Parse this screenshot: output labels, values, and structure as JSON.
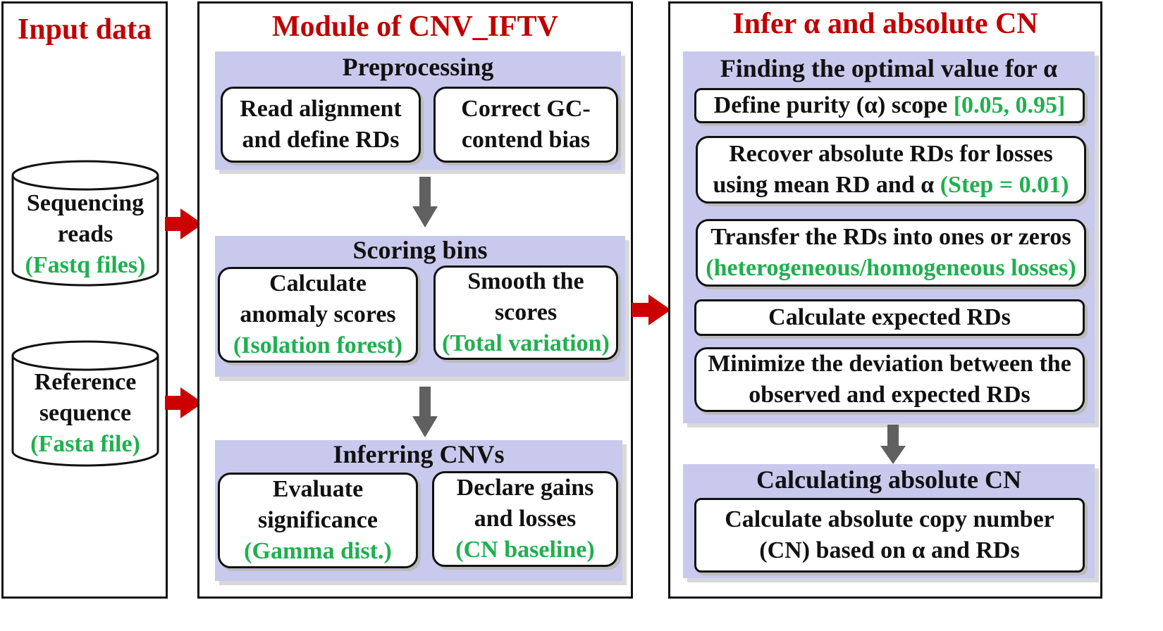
{
  "input_panel": {
    "title": "Input data",
    "sequencing": {
      "line1": "Sequencing",
      "line2": "reads",
      "line3": "(Fastq files)"
    },
    "reference": {
      "line1": "Reference",
      "line2": "sequence",
      "line3": "(Fasta file)"
    }
  },
  "module_panel": {
    "title": "Module of CNV_IFTV",
    "preprocessing": {
      "title": "Preprocessing",
      "box1": {
        "line1": "Read alignment",
        "line2": "and define RDs"
      },
      "box2": {
        "line1": "Correct GC-",
        "line2": "contend bias"
      }
    },
    "scoring": {
      "title": "Scoring bins",
      "box1": {
        "line1": "Calculate",
        "line2": "anomaly scores",
        "line3": "(Isolation forest)"
      },
      "box2": {
        "line1": "Smooth the",
        "line2": "scores",
        "line3": "(Total variation)"
      }
    },
    "inferring": {
      "title": "Inferring CNVs",
      "box1": {
        "line1": "Evaluate",
        "line2": "significance",
        "line3": "(Gamma dist.)"
      },
      "box2": {
        "line1": "Declare gains",
        "line2": "and losses",
        "line3": "(CN baseline)"
      }
    }
  },
  "infer_panel": {
    "title": "Infer α and absolute CN",
    "optimal": {
      "title": "Finding the optimal value for α",
      "step1": {
        "text": "Define purity (α) scope ",
        "highlight": "[0.05, 0.95]"
      },
      "step2": {
        "line1": "Recover absolute RDs for losses",
        "line2": "using mean RD and α ",
        "highlight": "(Step = 0.01)"
      },
      "step3": {
        "line1": "Transfer the RDs into ones or zeros",
        "line2": "(heterogeneous/homogeneous losses)"
      },
      "step4": {
        "text": "Calculate expected RDs"
      },
      "step5": {
        "line1": "Minimize the deviation between the",
        "line2": "observed and expected RDs"
      }
    },
    "absolute": {
      "title": "Calculating absolute CN",
      "box": {
        "line1": "Calculate absolute copy number",
        "line2": "(CN) based on α and RDs"
      }
    }
  },
  "colors": {
    "title_red": "#c00000",
    "highlight_green": "#1fb04f",
    "section_lavender": "#c9c9ee",
    "arrow_red": "#cc0000",
    "arrow_gray": "#606060"
  }
}
